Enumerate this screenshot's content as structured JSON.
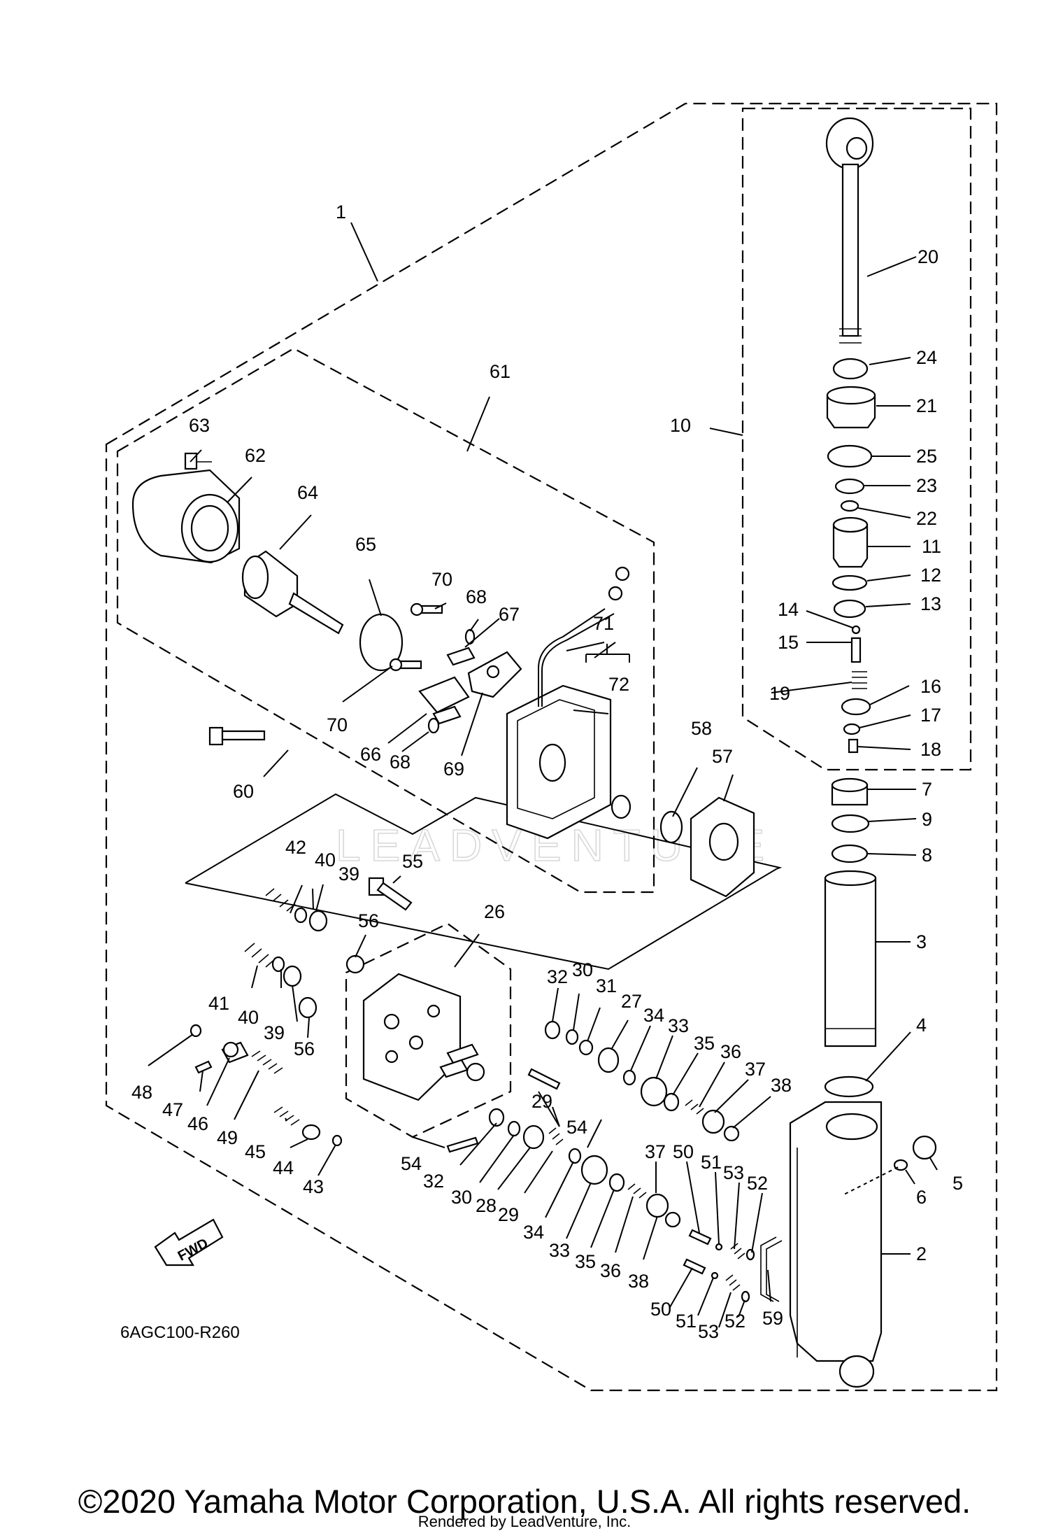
{
  "diagram": {
    "part_code": "6AGC100-R260",
    "fwd_label": "FWD",
    "watermark": "LEADVENTURE",
    "callouts": [
      "1",
      "2",
      "3",
      "4",
      "5",
      "6",
      "7",
      "8",
      "9",
      "10",
      "11",
      "12",
      "13",
      "14",
      "15",
      "16",
      "17",
      "18",
      "19",
      "20",
      "21",
      "22",
      "23",
      "24",
      "25",
      "26",
      "27",
      "28",
      "29",
      "30",
      "31",
      "32",
      "33",
      "34",
      "35",
      "36",
      "37",
      "38",
      "39",
      "40",
      "41",
      "42",
      "43",
      "44",
      "45",
      "46",
      "47",
      "48",
      "49",
      "50",
      "51",
      "52",
      "53",
      "54",
      "55",
      "56",
      "57",
      "58",
      "59",
      "60",
      "61",
      "62",
      "63",
      "64",
      "65",
      "66",
      "67",
      "68",
      "69",
      "70",
      "71",
      "72"
    ]
  },
  "footer": {
    "copyright": "©2020 Yamaha Motor Corporation, U.S.A. All rights reserved.",
    "rendered_by": "Rendered by LeadVenture, Inc."
  }
}
